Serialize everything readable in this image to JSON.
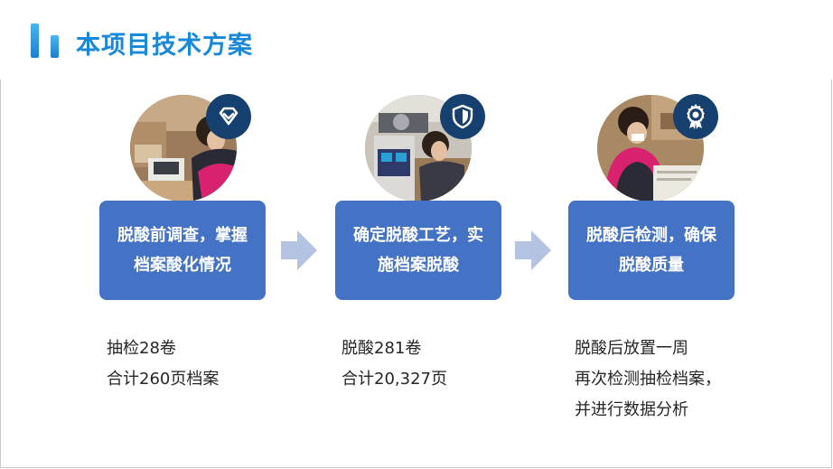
{
  "title": "本项目技术方案",
  "colors": {
    "accent": "#1a88d8",
    "step_box": "#4472c4",
    "badge": "#16406f",
    "arrow": "#b4c3e2"
  },
  "steps": [
    {
      "icon": "diamond-icon",
      "photo": "worker-with-instrument-photo",
      "label_line1": "脱酸前调查，掌握",
      "label_line2": "档案酸化情况",
      "desc": [
        "抽检28卷",
        "合计260页档案"
      ]
    },
    {
      "icon": "shield-icon",
      "photo": "deacidification-equipment-photo",
      "label_line1": "确定脱酸工艺，实",
      "label_line2": "施档案脱酸",
      "desc": [
        "脱酸281卷",
        "合计20,327页"
      ]
    },
    {
      "icon": "award-icon",
      "photo": "worker-inspecting-documents-photo",
      "label_line1": "脱酸后检测，确保",
      "label_line2": "脱酸质量",
      "desc": [
        "脱酸后放置一周",
        "再次检测抽检档案，",
        "并进行数据分析"
      ]
    }
  ]
}
